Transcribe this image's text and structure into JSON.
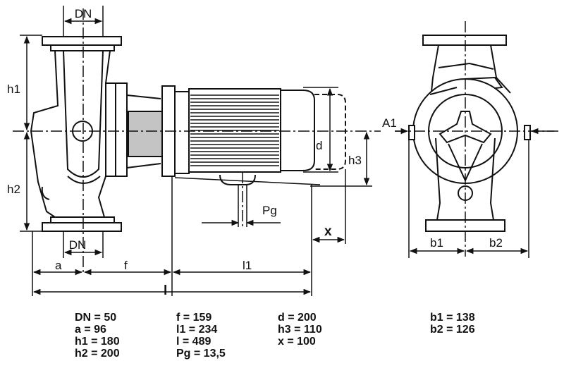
{
  "labels": {
    "dn_top": "DN",
    "dn_bottom": "DN",
    "h1": "h1",
    "h2": "h2",
    "a": "a",
    "f": "f",
    "l1": "l1",
    "l": "l",
    "d": "d",
    "h3": "h3",
    "pg": "Pg",
    "x": "x",
    "a1": "A1",
    "b1": "b1",
    "b2": "b2"
  },
  "specs": {
    "col1": [
      "DN = 50",
      "a = 96",
      "h1 = 180",
      "h2 = 200"
    ],
    "col2": [
      "f = 159",
      "l1 = 234",
      "l = 489",
      "Pg = 13,5"
    ],
    "col3": [
      "d = 200",
      "h3 = 110",
      "x = 100"
    ],
    "col4": [
      "b1 = 138",
      "b2 = 126"
    ]
  },
  "colors": {
    "line": "#111111",
    "coupling": "#c4c4c4",
    "background": "#ffffff"
  }
}
